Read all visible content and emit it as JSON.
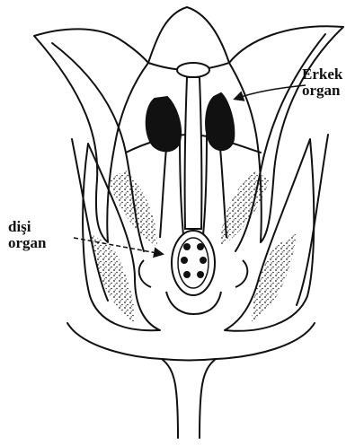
{
  "labels": {
    "male_line1": "Erkek",
    "male_line2": "organ",
    "female_line1": "dişi",
    "female_line2": "organ"
  }
}
